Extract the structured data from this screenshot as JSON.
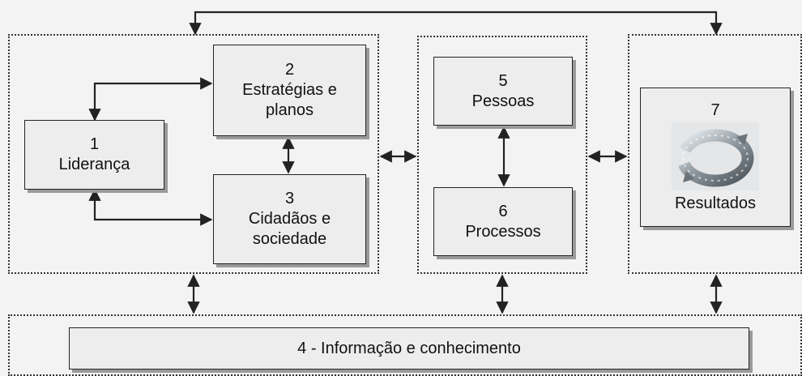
{
  "boxes": {
    "lideranca": {
      "number": "1",
      "lines": [
        "Liderança"
      ]
    },
    "estrategias": {
      "number": "2",
      "lines": [
        "Estratégias e",
        "planos"
      ]
    },
    "cidadaos": {
      "number": "3",
      "lines": [
        "Cidadãos e",
        "sociedade"
      ]
    },
    "informacao": {
      "label": "4 - Informação e conhecimento"
    },
    "pessoas": {
      "number": "5",
      "lines": [
        "Pessoas"
      ]
    },
    "processos": {
      "number": "6",
      "lines": [
        "Processos"
      ]
    },
    "resultados": {
      "number": "7",
      "lines": [
        "Resultados"
      ],
      "icon": "circular-arrows-icon"
    }
  },
  "colors": {
    "line": "#222222",
    "box_fill": "#ededed",
    "shadow": "#9a9a9a"
  }
}
